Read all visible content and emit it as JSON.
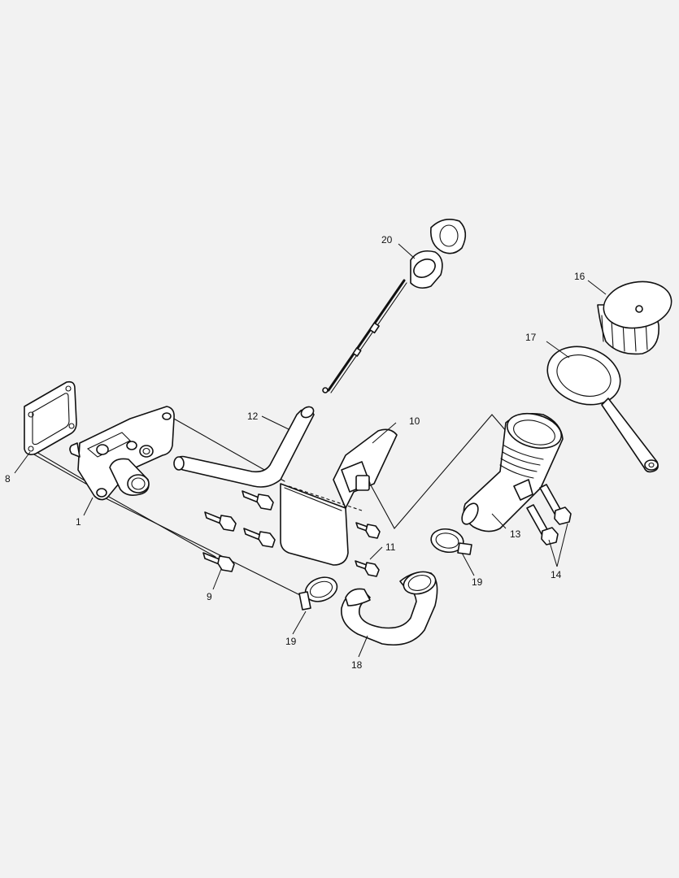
{
  "diagram": {
    "callouts": {
      "c1": "1",
      "c8": "8",
      "c9": "9",
      "c10": "10",
      "c11": "11",
      "c12": "12",
      "c13": "13",
      "c14": "14",
      "c16": "16",
      "c17": "17",
      "c18": "18",
      "c19a": "19",
      "c19b": "19",
      "c20": "20"
    }
  }
}
